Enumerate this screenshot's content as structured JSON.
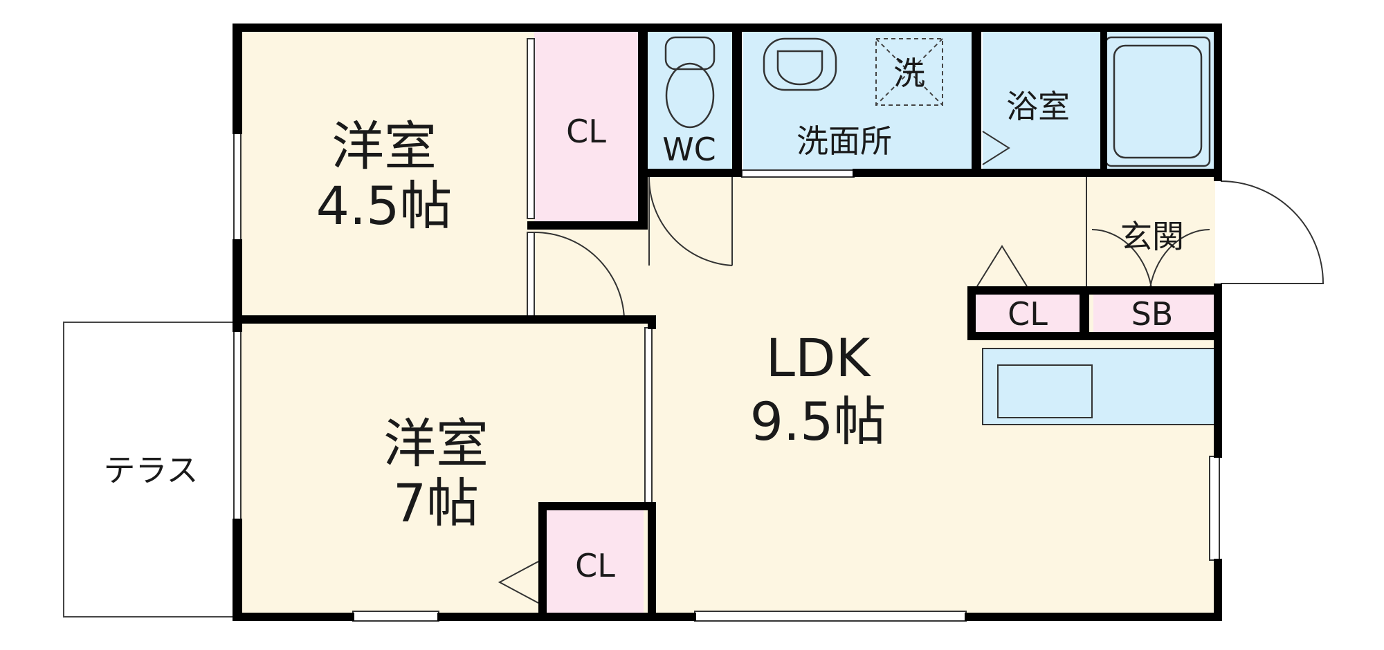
{
  "rooms": {
    "western_small": {
      "name": "洋室",
      "size": "4.5帖"
    },
    "western_large": {
      "name": "洋室",
      "size": "7帖"
    },
    "ldk": {
      "name": "LDK",
      "size": "9.5帖"
    },
    "closet_small_room": "CL",
    "closet_large_room": "CL",
    "closet_entrance": "CL",
    "shoe_box": "SB",
    "toilet": "WC",
    "washroom": "洗面所",
    "laundry": "洗",
    "bathroom": "浴室",
    "entrance": "玄関",
    "terrace": "テラス"
  },
  "colors": {
    "western_room_floor": "#FDF6E2",
    "closet_fill": "#FCE4EF",
    "wet_area_fill": "#D3EEFB",
    "terrace_fill": "#FFFFFF",
    "wall": "#000000"
  }
}
